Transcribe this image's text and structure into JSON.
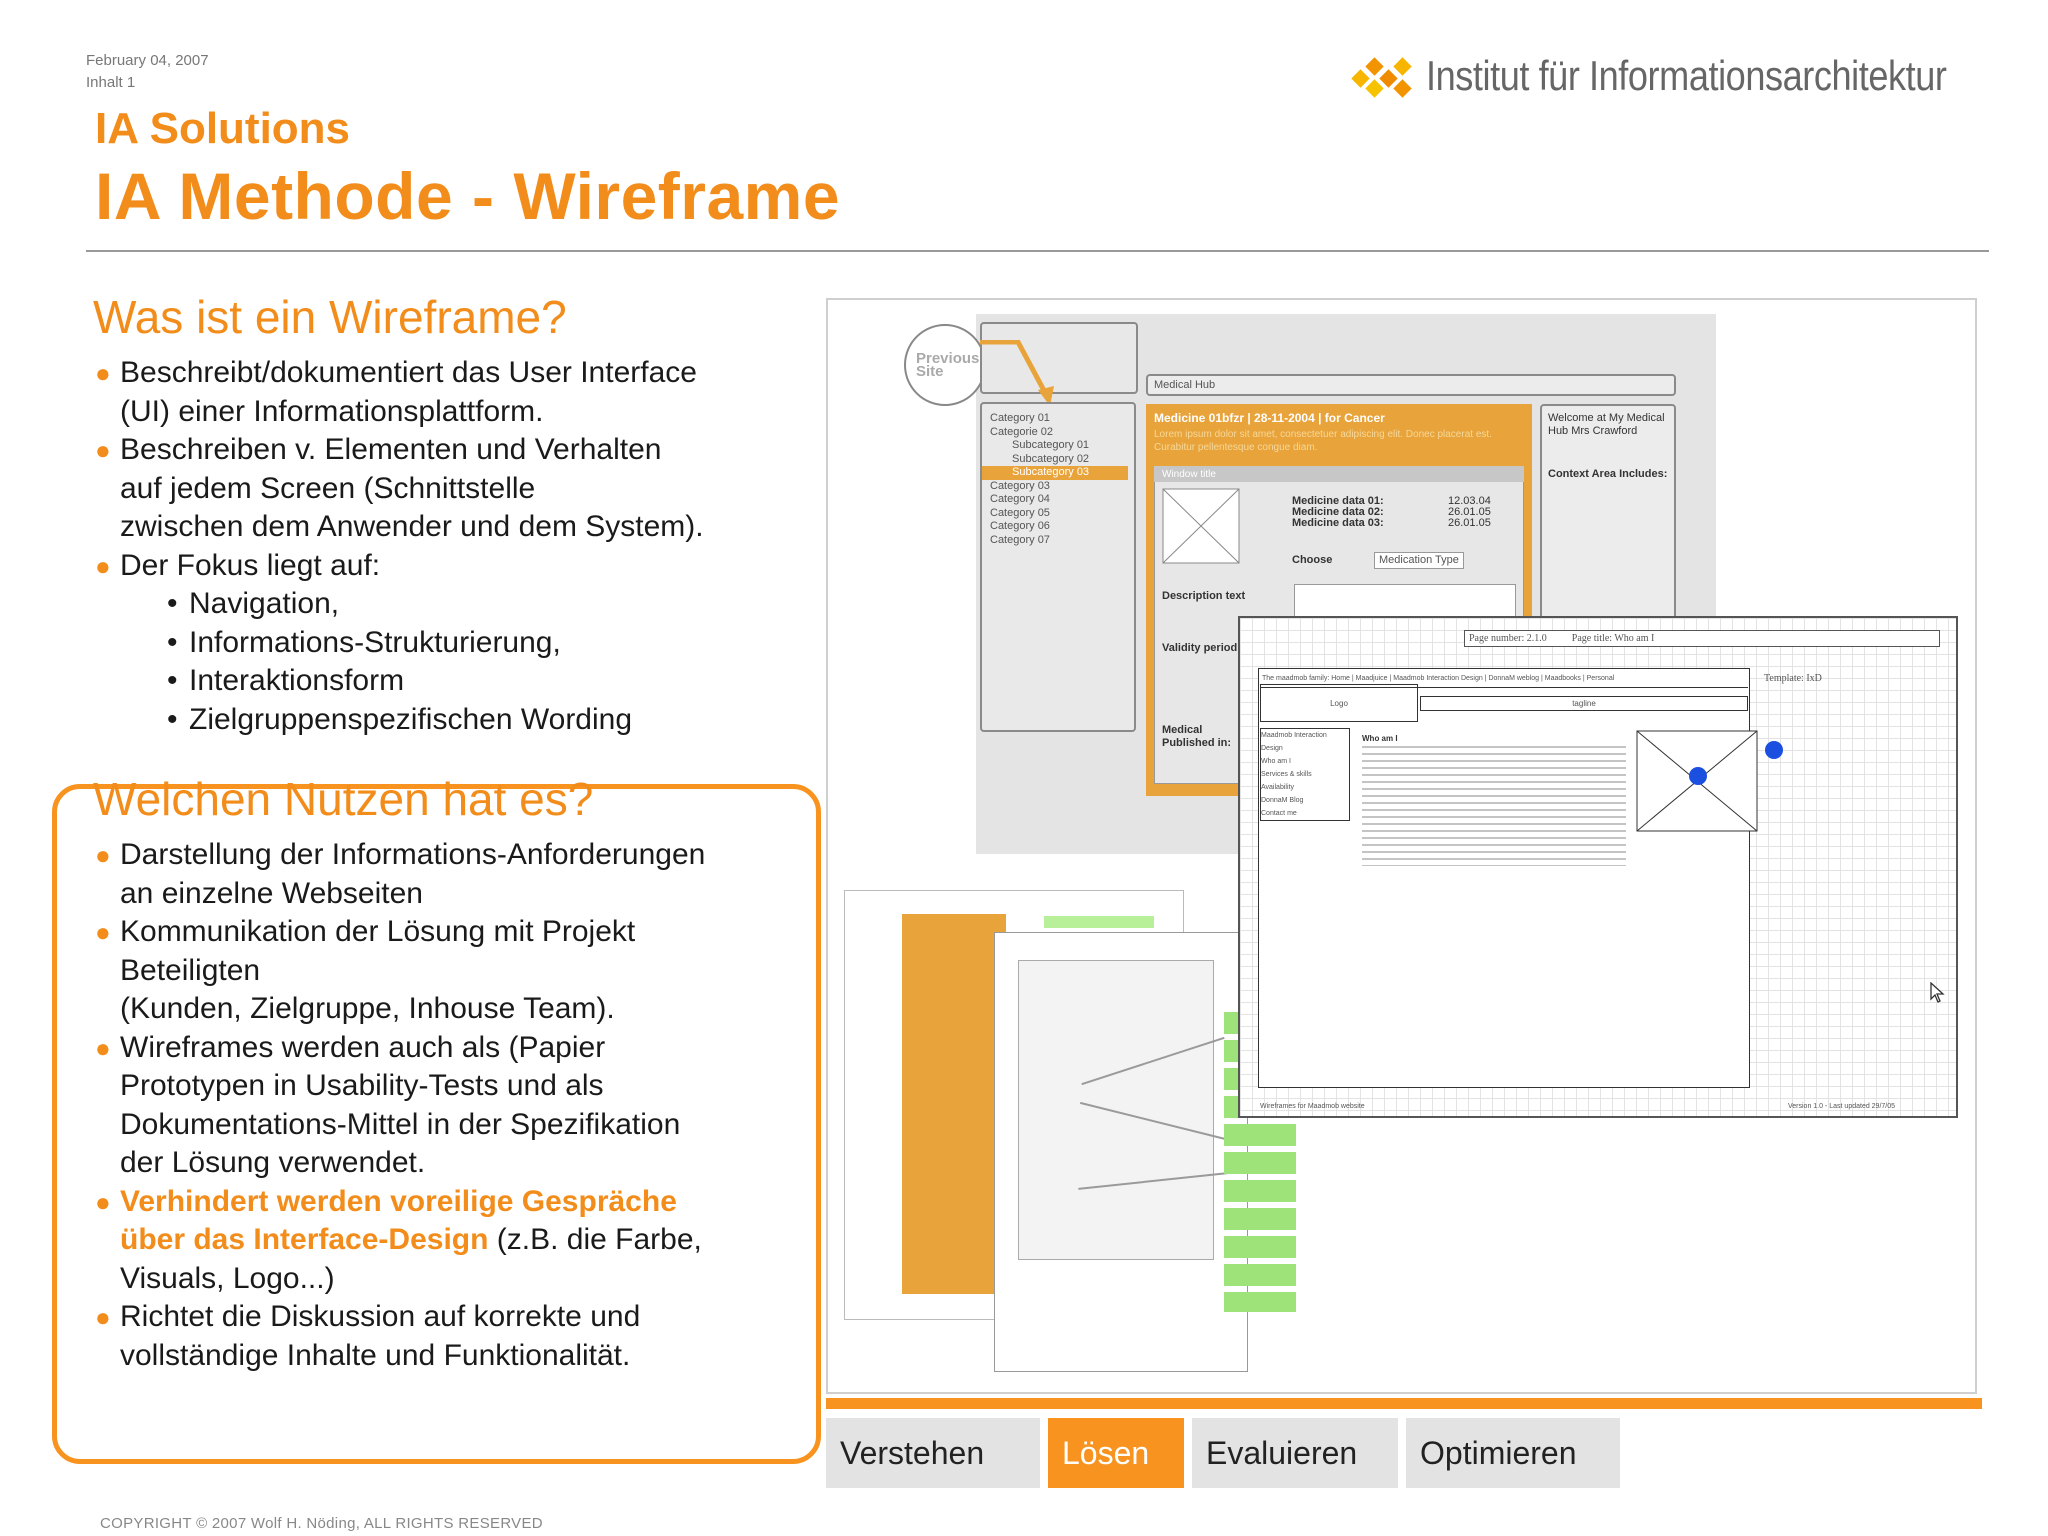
{
  "header": {
    "date": "February 04, 2007",
    "section": "Inhalt 1",
    "logo_text": "Institut für Informationsarchitektur"
  },
  "kicker": "IA Solutions",
  "title": "IA Methode - Wireframe",
  "section1": {
    "heading": "Was ist ein Wireframe?",
    "b1_l1": "Beschreibt/dokumentiert das User Interface",
    "b1_l2": "(UI) einer Informationsplattform.",
    "b2_l1": "Beschreiben v. Elementen und Verhalten",
    "b2_l2": "auf jedem Screen (Schnittstelle",
    "b2_l3": "zwischen dem Anwender und dem System).",
    "b3_l1": "Der Fokus liegt auf:",
    "sub1": "Navigation,",
    "sub2": "Informations-Strukturierung,",
    "sub3": "Interaktionsform",
    "sub4": "Zielgruppenspezifischen Wording"
  },
  "section2": {
    "heading": "Welchen Nutzen hat es?",
    "b1_l1": "Darstellung der Informations-Anforderungen",
    "b1_l2": "an einzelne Webseiten",
    "b2_l1": "Kommunikation der Lösung mit Projekt",
    "b2_l2": "Beteiligten",
    "b2_l3": "(Kunden, Zielgruppe, Inhouse Team).",
    "b3_l1": "Wireframes werden auch als (Papier",
    "b3_l2": "Prototypen in Usability-Tests und als",
    "b3_l3": "Dokumentations-Mittel in der Spezifikation",
    "b3_l4": "der Lösung verwendet.",
    "b4_hl1": "Verhindert werden voreilige Gespräche",
    "b4_hl2": "über das Interface-Design",
    "b4_rest": " (z.B. die Farbe,",
    "b4_l3": "Visuals, Logo...)",
    "b5_l1": "Richtet die Diskussion auf korrekte und",
    "b5_l2": "vollständige Inhalte und Funktionalität."
  },
  "tabs": [
    {
      "label": "Verstehen"
    },
    {
      "label": "Lösen"
    },
    {
      "label": "Evaluieren"
    },
    {
      "label": "Optimieren"
    }
  ],
  "wireframe_sample": {
    "previous": "Previous Site",
    "hub": "Medical Hub",
    "categories": [
      "Category 01",
      "Categorie 02",
      "Subcategory 01",
      "Subcategory 02",
      "Subcategory 03",
      "Category 03",
      "Category 04",
      "Category 05",
      "Category 06",
      "Category 07"
    ],
    "banner_title": "Medicine 01bfzr | 28-11-2004 | for Cancer",
    "banner_text": "Lorem ipsum dolor sit amet, consectetuer adipiscing elit. Donec placerat est. Curabitur pellentesque congue diam.",
    "window_title": "Window title",
    "medicine_lines": [
      "Medicine data 01:",
      "Medicine data 02:",
      "Medicine data 03:"
    ],
    "medicine_dates": [
      "12.03.04",
      "26.01.05",
      "26.01.05"
    ],
    "choose": "Choose",
    "medication_type": "Medication Type",
    "description": "Description text",
    "validity": "Validity period",
    "published": "Medical Published in:",
    "welcome": "Welcome at My Medical Hub Mrs Crawford",
    "context": "Context Area Includes:",
    "page_number": "Page number: 2.1.0",
    "page_title": "Page title: Who am I",
    "template": "Template: IxD",
    "nav": "The maadmob family:  Home  |  Maadjuice  |  Maadmob Interaction Design  |  DonnaM weblog  |  Maadbooks  |  Personal",
    "logo": "Logo",
    "tagline": "tagline",
    "who": "Who am I",
    "side_nav": [
      "Maadmob Interaction Design",
      "Who am I",
      "Services & skills",
      "Availability",
      "DonnaM Blog",
      "Contact me"
    ],
    "footer_left": "Wireframes for Maadmob website",
    "footer_right": "Version 1.0 - Last updated 29/7/05"
  }
}
